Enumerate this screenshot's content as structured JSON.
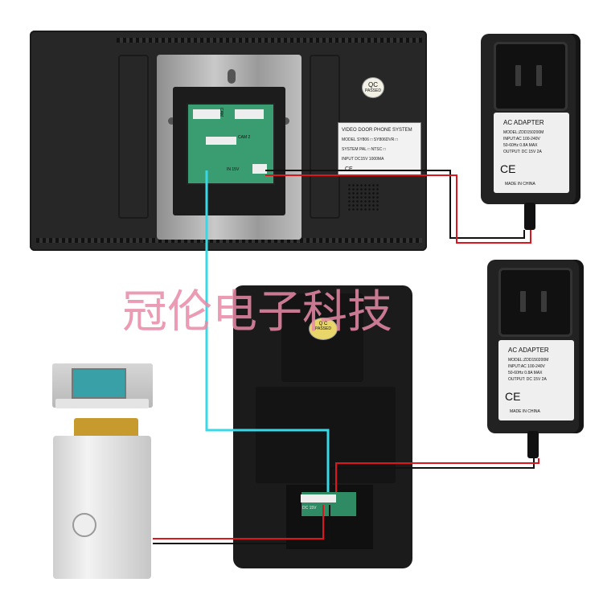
{
  "watermark": "冠伦电子科技",
  "monitor": {
    "qc_badge": {
      "top": "QC",
      "bottom": "PASSED"
    },
    "pcb_labels": {
      "cam": "CAM",
      "cam2": "CAM 2",
      "power": "IN 15V"
    },
    "system_label": {
      "title": "VIDEO DOOR PHONE SYSTEM",
      "model_row": "MODEL  SY806  □   SY806DVR  □",
      "system_row": "SYSTEM  PAL  □     NTSC  □",
      "input_row": "INPUT  DC15V    1000MA"
    }
  },
  "adapter_top": {
    "title": "AC ADAPTER",
    "lines": [
      "MODEL:ZDD150200M",
      "INPUT:AC 100-240V",
      "50-60Hz 0.8A MAX",
      "OUTPUT: DC 15V 2A"
    ],
    "footer": "MADE IN CHINA"
  },
  "adapter_bottom": {
    "title": "AC ADAPTER",
    "lines": [
      "MODEL:ZDD150200M",
      "INPUT:AC 100-240V",
      "50-60Hz 0.8A MAX",
      "OUTPUT: DC 15V 2A"
    ],
    "footer": "MADE IN CHINA"
  },
  "outdoor_unit": {
    "qc_badge": {
      "top": "Q C",
      "bottom": "PASSED"
    },
    "connector_text": "DC 15V"
  },
  "colors": {
    "wire_cyan": "#39d8e6",
    "wire_red": "#e0141c",
    "wire_black": "#111111",
    "watermark": "#e88aa6"
  }
}
